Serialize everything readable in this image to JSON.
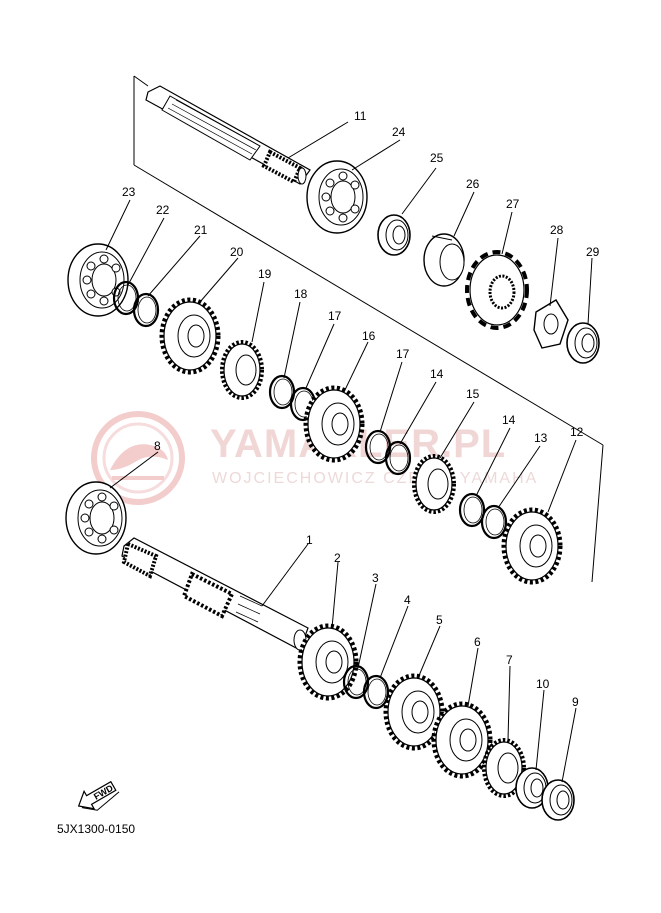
{
  "watermark": {
    "brand": "YAMAKLER.PL",
    "subtitle": "WOJCIECHOWICZ  CZĘŚCI  YAMAHA"
  },
  "arrow": {
    "label": "FWD"
  },
  "drawing_code": "5JX1300-0150",
  "callouts": [
    "1",
    "2",
    "3",
    "4",
    "5",
    "6",
    "7",
    "8",
    "9",
    "10",
    "11",
    "12",
    "13",
    "14",
    "14",
    "15",
    "16",
    "17",
    "17",
    "18",
    "19",
    "20",
    "21",
    "22",
    "23",
    "24",
    "25",
    "26",
    "27",
    "28",
    "29"
  ]
}
